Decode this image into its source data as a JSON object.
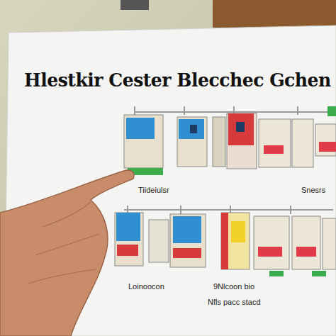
{
  "diagram": {
    "title": "Hlestkir Cester Blecchec Gchen",
    "labels": [
      "Tiideiulsr",
      "Loinoocon",
      "9Nlcoon bio",
      "Nfls pacc stacd",
      "Snesrs"
    ]
  }
}
